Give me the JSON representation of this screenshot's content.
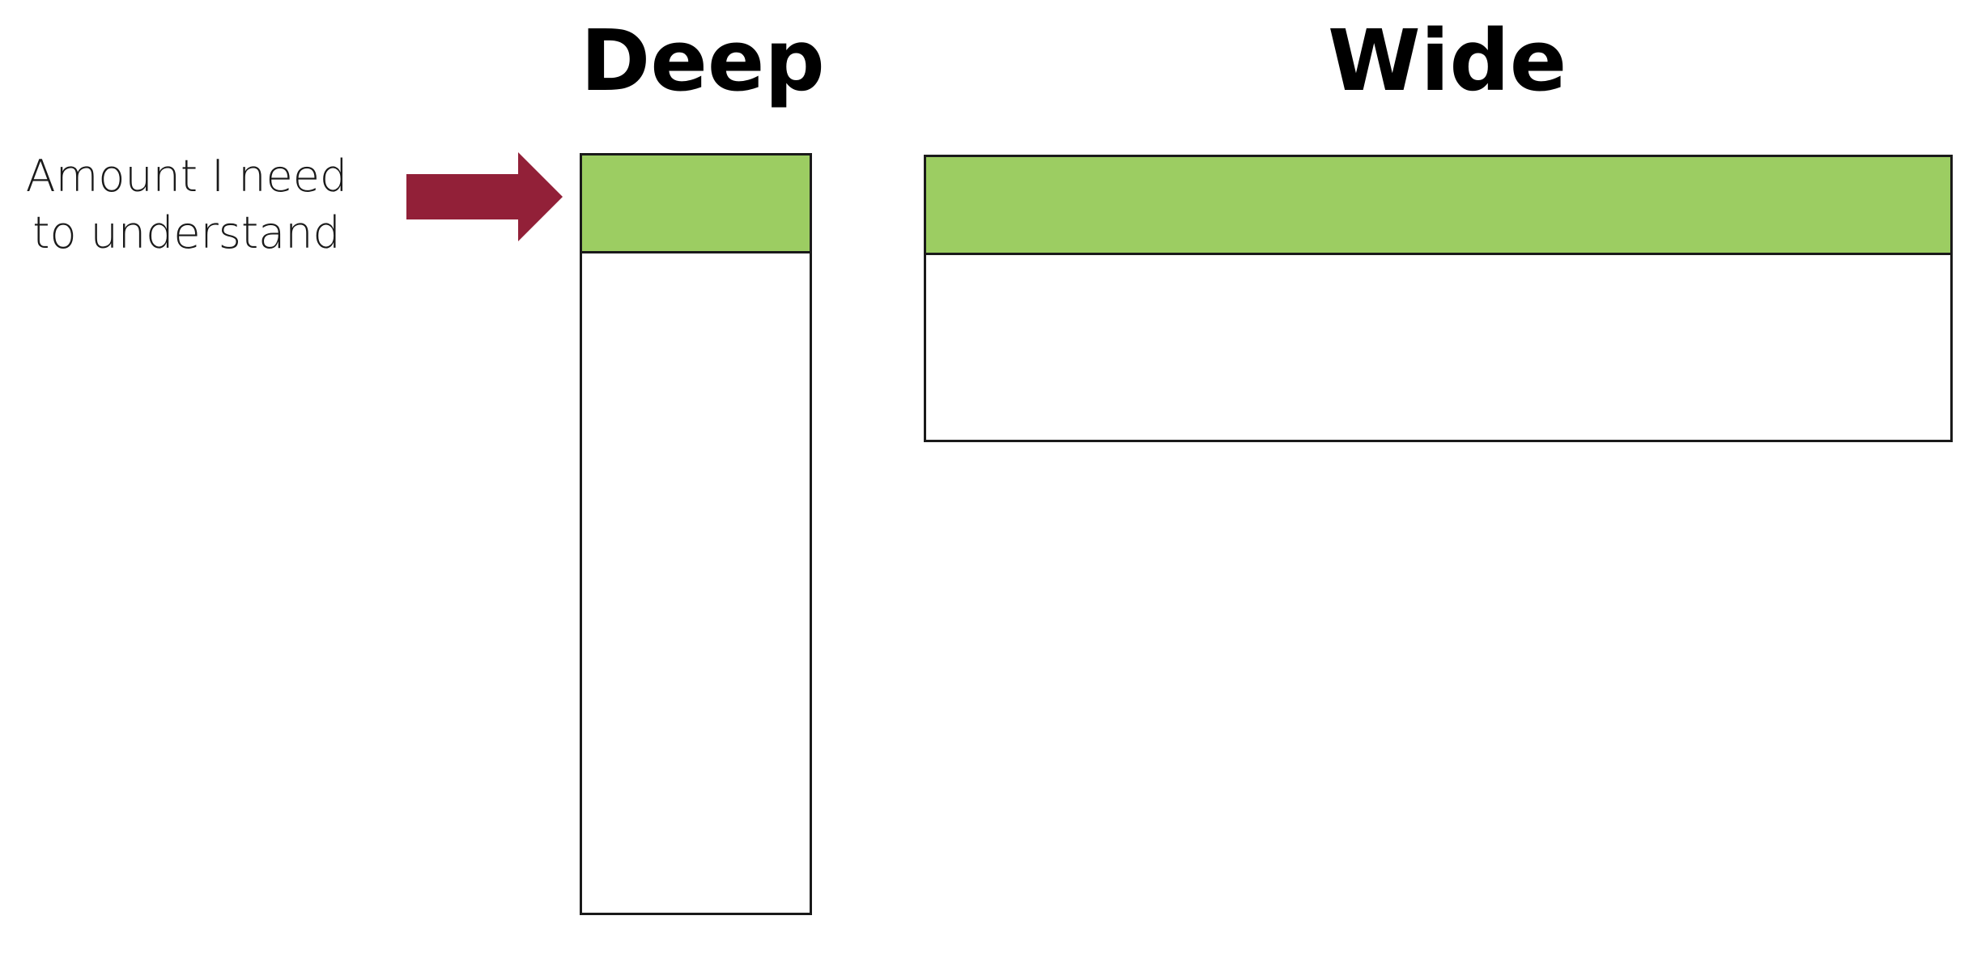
{
  "headings": {
    "deep": "Deep",
    "wide": "Wide"
  },
  "annotation": {
    "line1": "Amount I need",
    "line2": "to understand"
  },
  "colors": {
    "fill": "#9ccd62",
    "arrow": "#922038",
    "outline": "#1a1a1a"
  },
  "icons": {
    "arrow": "right-arrow-icon"
  }
}
